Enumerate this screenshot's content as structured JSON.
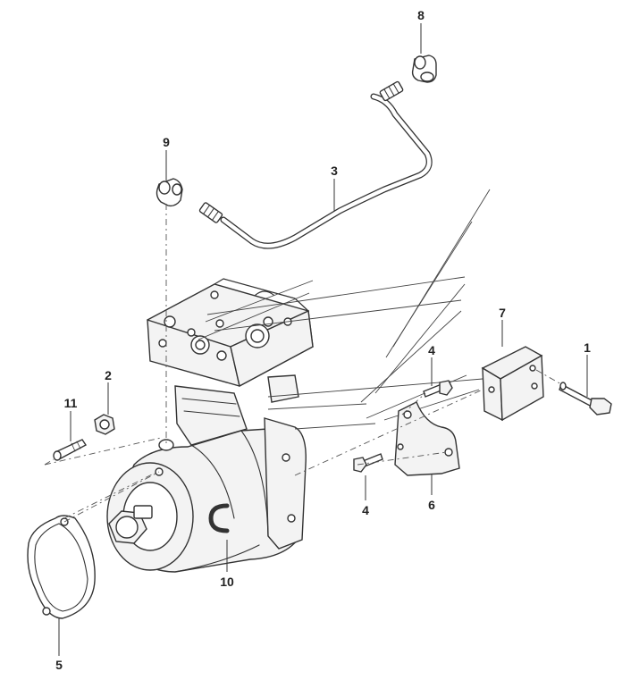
{
  "callouts": {
    "c1": "1",
    "c2": "2",
    "c3": "3",
    "c4a": "4",
    "c4b": "4",
    "c5": "5",
    "c6": "6",
    "c7": "7",
    "c8": "8",
    "c9": "9",
    "c10": "10",
    "c11": "11"
  },
  "colors": {
    "ink": "#333333",
    "fill": "#f3f3f3",
    "background": "#ffffff"
  }
}
